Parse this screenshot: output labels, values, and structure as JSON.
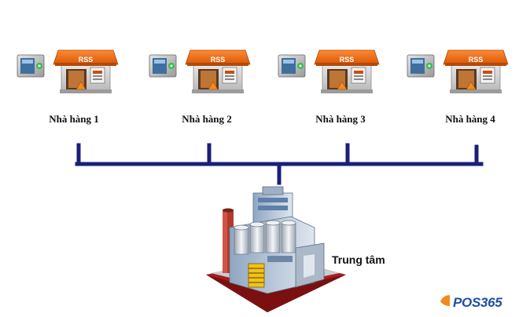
{
  "restaurants": [
    {
      "label": "Nhà hàng 1",
      "sign": "RSS"
    },
    {
      "label": "Nhà hàng 2",
      "sign": "RSS"
    },
    {
      "label": "Nhà hàng 3",
      "sign": "RSS"
    },
    {
      "label": "Nhà hàng 4",
      "sign": "RSS"
    }
  ],
  "center": {
    "label": "Trung tâm"
  },
  "logo": {
    "text": "POS365"
  },
  "colors": {
    "network_line": "#1a1f78",
    "roof": "#f06a14",
    "roof_dark": "#c94f08",
    "wall": "#cfcfcf",
    "device_panel": "#4a78a8",
    "logo_blue": "#1f4fa0",
    "logo_orange": "#f28a1c"
  }
}
